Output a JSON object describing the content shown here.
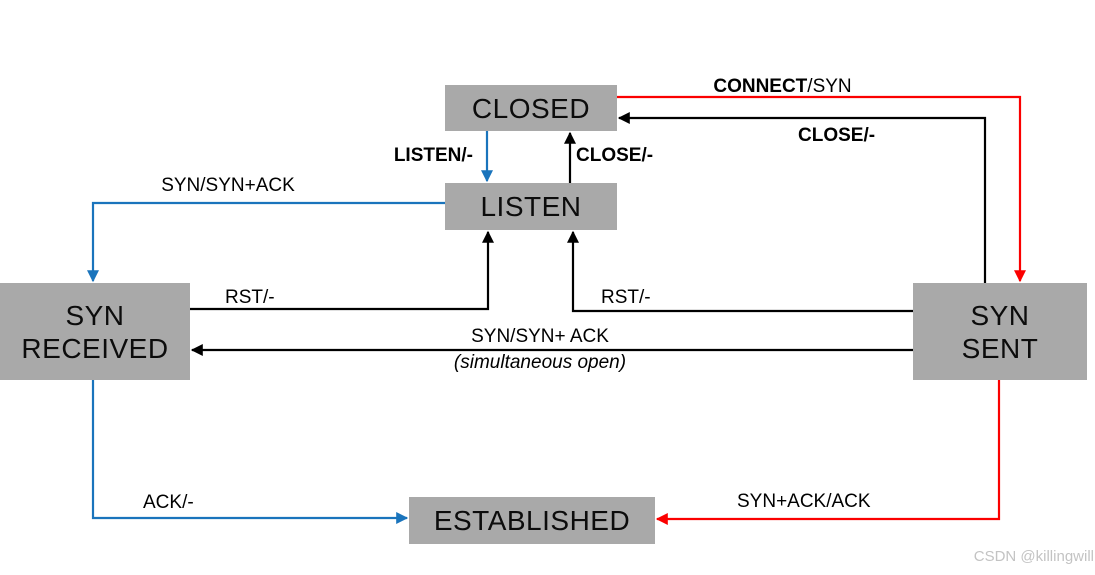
{
  "diagram_type": "tcp-connection-state-machine",
  "states": {
    "closed": "CLOSED",
    "listen": "LISTEN",
    "syn_received_line1": "SYN",
    "syn_received_line2": "RECEIVED",
    "syn_sent_line1": "SYN",
    "syn_sent_line2": "SENT",
    "established": "ESTABLISHED"
  },
  "labels": {
    "connect_syn_bold": "CONNECT",
    "connect_syn_rest": "/SYN",
    "close_top": "CLOSE/-",
    "listen_action": "LISTEN/-",
    "close_mid": "CLOSE/-",
    "syn_synack_top": "SYN/SYN+ACK",
    "rst_left": "RST/-",
    "rst_right": "RST/-",
    "simultaneous_line1": "SYN/SYN+ ACK",
    "simultaneous_line2": "(simultaneous open)",
    "ack": "ACK/-",
    "synack_ack": "SYN+ACK/ACK"
  },
  "edges": [
    {
      "from": "CLOSED",
      "to": "LISTEN",
      "label": "LISTEN/-",
      "color": "#1a74bc"
    },
    {
      "from": "LISTEN",
      "to": "CLOSED",
      "label": "CLOSE/-",
      "color": "#000000"
    },
    {
      "from": "CLOSED",
      "to": "SYN SENT",
      "label": "CONNECT/SYN",
      "color": "#fb0000"
    },
    {
      "from": "SYN SENT",
      "to": "CLOSED",
      "label": "CLOSE/-",
      "color": "#000000"
    },
    {
      "from": "LISTEN",
      "to": "SYN RECEIVED",
      "label": "SYN/SYN+ACK",
      "color": "#1a74bc"
    },
    {
      "from": "SYN RECEIVED",
      "to": "LISTEN",
      "label": "RST/-",
      "color": "#000000"
    },
    {
      "from": "SYN SENT",
      "to": "LISTEN",
      "label": "RST/-",
      "color": "#000000"
    },
    {
      "from": "SYN SENT",
      "to": "SYN RECEIVED",
      "label": "SYN/SYN+ ACK (simultaneous open)",
      "color": "#000000"
    },
    {
      "from": "SYN RECEIVED",
      "to": "ESTABLISHED",
      "label": "ACK/-",
      "color": "#1a74bc"
    },
    {
      "from": "SYN SENT",
      "to": "ESTABLISHED",
      "label": "SYN+ACK/ACK",
      "color": "#fb0000"
    }
  ],
  "colors": {
    "box_fill": "#a9a9a9",
    "box_text": "#0c0c0c",
    "arrow_black": "#000000",
    "arrow_blue": "#1a74bc",
    "arrow_red": "#fb0000",
    "watermark": "#c3c3c3",
    "background": "#ffffff"
  },
  "watermark": "CSDN @killingwill"
}
